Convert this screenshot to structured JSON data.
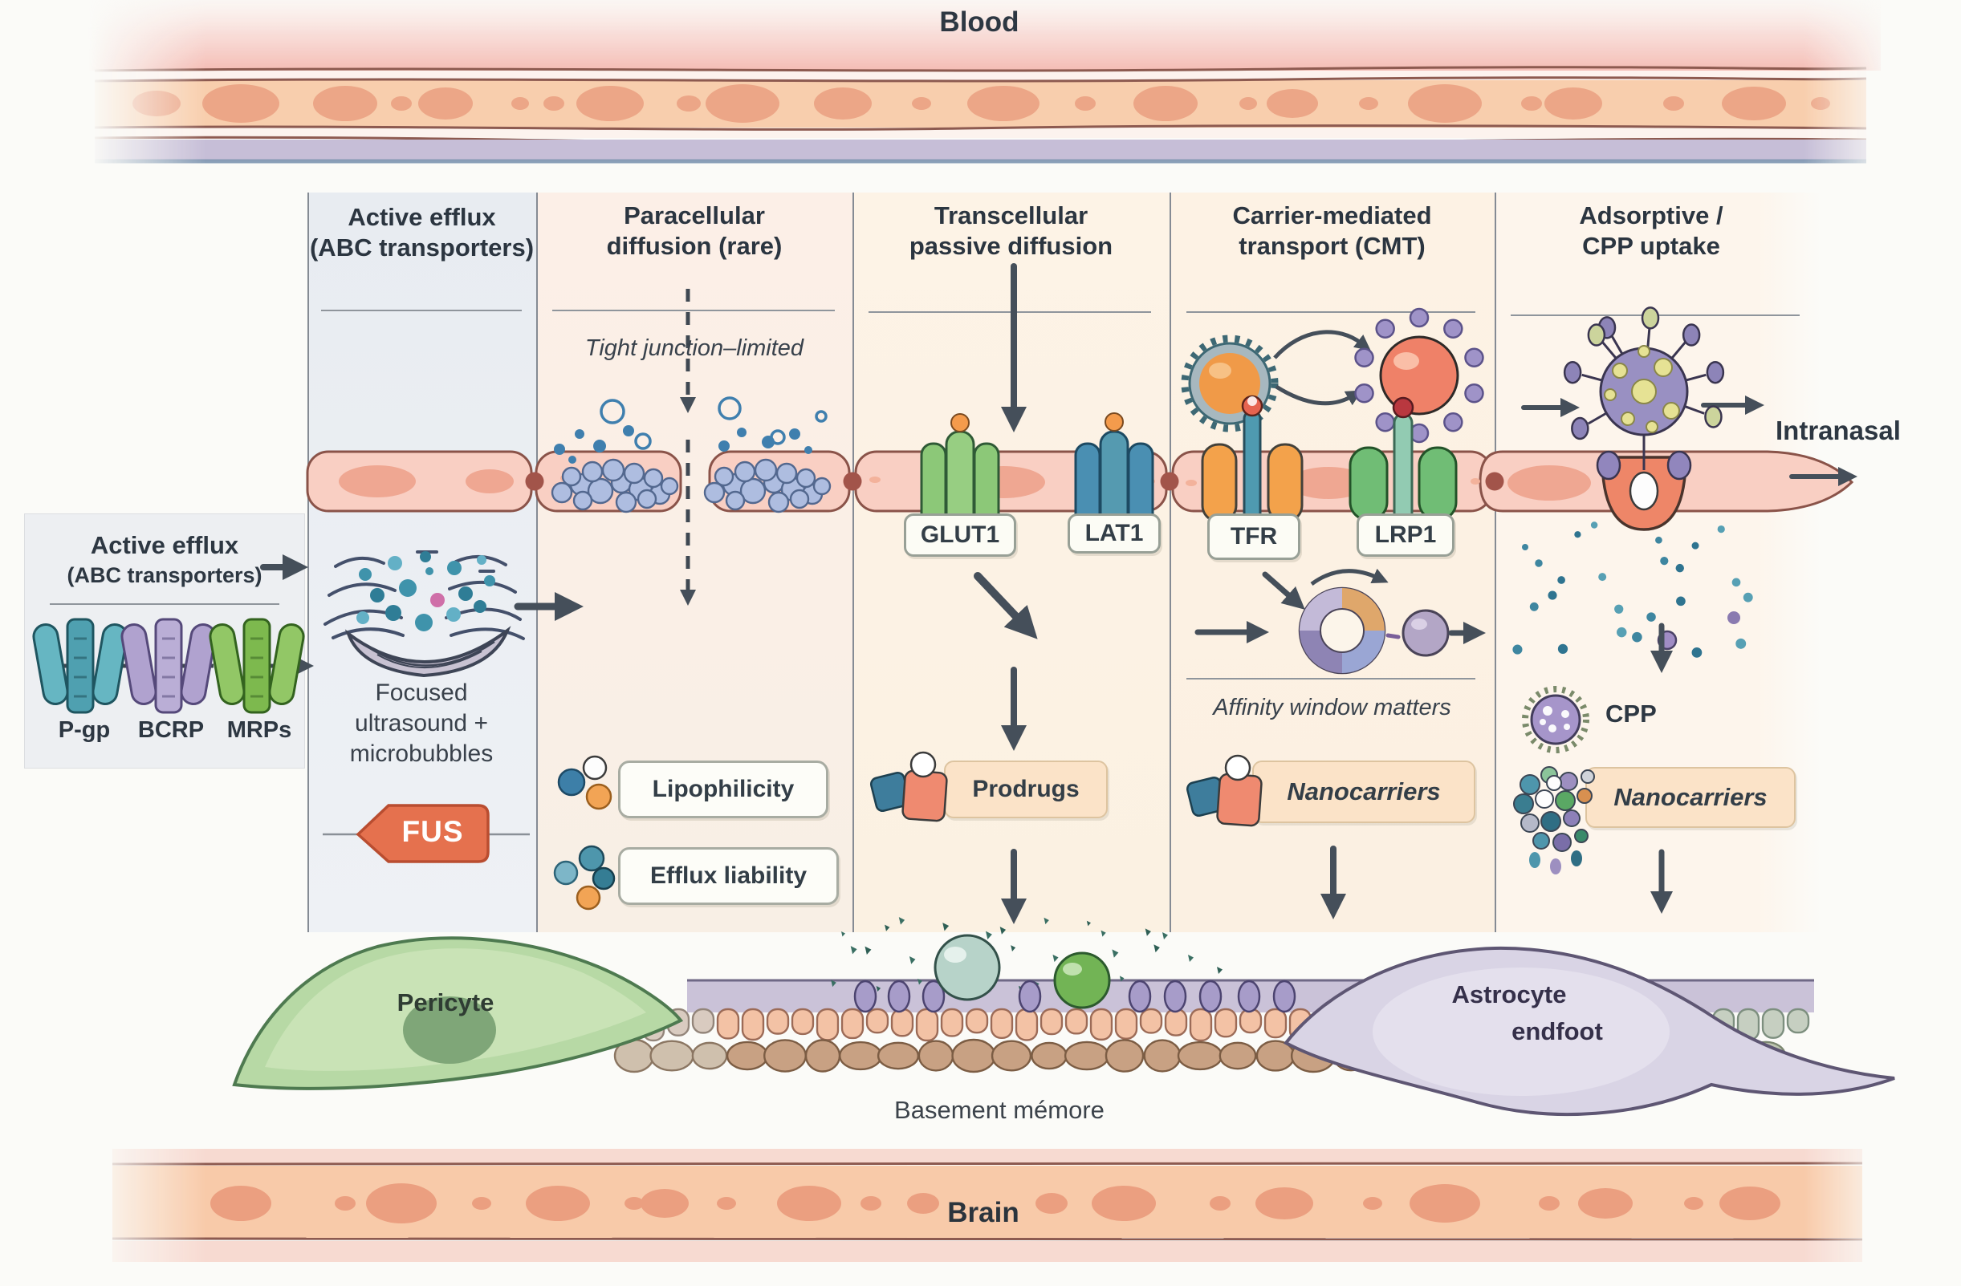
{
  "title_labels": {
    "blood": "Blood",
    "brain": "Brain"
  },
  "columns": [
    {
      "line1": "Active efflux",
      "line2": "(ABC transporters)"
    },
    {
      "line1": "Paracellular",
      "line2": "diffusion (rare)",
      "note": "Tight junction–limited",
      "label1": "Lipophilicity",
      "label2": "Efflux liability"
    },
    {
      "line1": "Transcellular",
      "line2": "passive diffusion",
      "t1": "GLUT1",
      "t2": "LAT1",
      "label": "Prodrugs"
    },
    {
      "line1": "Carrier-mediated",
      "line2": "transport (CMT)",
      "t1": "TFR",
      "t2": "LRP1",
      "note": "Affinity window matters",
      "label": "Nanocarriers"
    },
    {
      "line1": "Adsorptive /",
      "line2": "CPP uptake",
      "intranasal": "Intranasal",
      "cpp": "CPP",
      "label": "Nanocarriers"
    }
  ],
  "left_box": {
    "title": "Active efflux",
    "subtitle": "(ABC transporters)",
    "items": [
      "P-gp",
      "BCRP",
      "MRPs"
    ]
  },
  "fus": {
    "caption": "Focused ultrasound + microbubbles",
    "badge": "FUS"
  },
  "bottom": {
    "pericyte": "Pericyte",
    "astrocyte_line1": "Astrocyte",
    "astrocyte_line2": "endfoot",
    "basement": "Basement mémore"
  },
  "colors": {
    "membrane_pink": "#f9cfc3",
    "membrane_border": "#8a5349",
    "fus_badge": "#e5714e",
    "arrow": "#454f5a",
    "col1_bg": "#e9edf2",
    "cream_bg": "#fdf2e5",
    "pericyte_green": "#b7d9a5",
    "astrocyte_lavender": "#d9d4e5",
    "vessel_peach": "#f8cead",
    "lavender_band": "#c6bed7"
  }
}
